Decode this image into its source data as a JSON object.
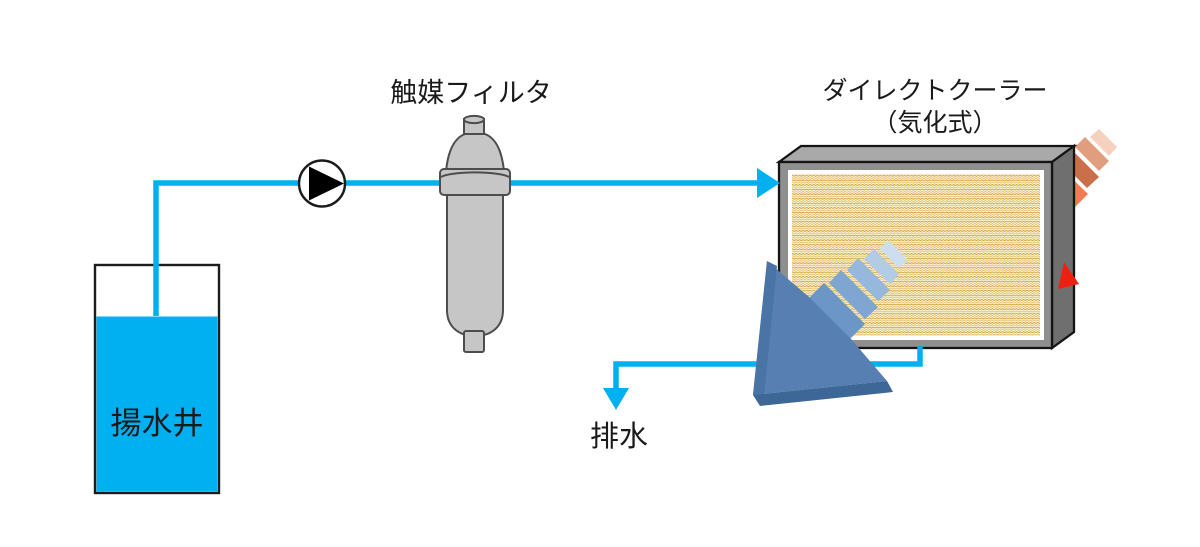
{
  "diagram": {
    "description": "well water evaporative cooling process diagram"
  },
  "colors": {
    "pipe": "#00B0F0",
    "water": "#00B0F0",
    "pump_rotor": "#000000",
    "pump_body": "#FFFFFF",
    "vessel": "#C6C6C6",
    "cooler_front_frame": "#8F8F8F",
    "cooler_top_face": "#A9A9A9",
    "cooler_right_face": "#6F6F6F",
    "cooler_media_bg": "#FDF8E7",
    "cooler_media_weave1": "#CF9E2E",
    "cooler_media_weave2": "#E2C06A",
    "media_border": "#FFFFFF",
    "hot_air": "#EE2012",
    "hot_stripe_1": "#F6D2BE",
    "hot_stripe_2": "#E09E7E",
    "hot_stripe_3": "#CB6F4B",
    "hot_stripe_4": "#F37B51",
    "hot_stripe_5": "#F4512C",
    "cool_air": "#577FB2",
    "cool_air_edge": "#4A74A6",
    "cool_air_fold": "#3D6796",
    "cool_stripe_1": "#CDDEF0",
    "cool_stripe_2": "#B2CCE6",
    "cool_stripe_3": "#96B8DC",
    "cool_stripe_4": "#7FA6D0",
    "cool_stripe_5": "#6C96C6",
    "text": "#1A1A1A",
    "tank_fill": "#FFFFFF"
  },
  "nodes": {
    "well_tank": {
      "label": "揚水井"
    },
    "catalyst_filter": {
      "label": "触媒フィルタ"
    },
    "direct_cooler": {
      "label_line1": "ダイレクトクーラー",
      "label_line2": "（気化式）"
    },
    "drain": {
      "label": "排水"
    }
  },
  "icons": {
    "pump": "pump-triangle-icon",
    "hot_air_arrow": "hot-air-striped-arrow",
    "cool_air_arrow": "cool-air-bent-arrow"
  }
}
